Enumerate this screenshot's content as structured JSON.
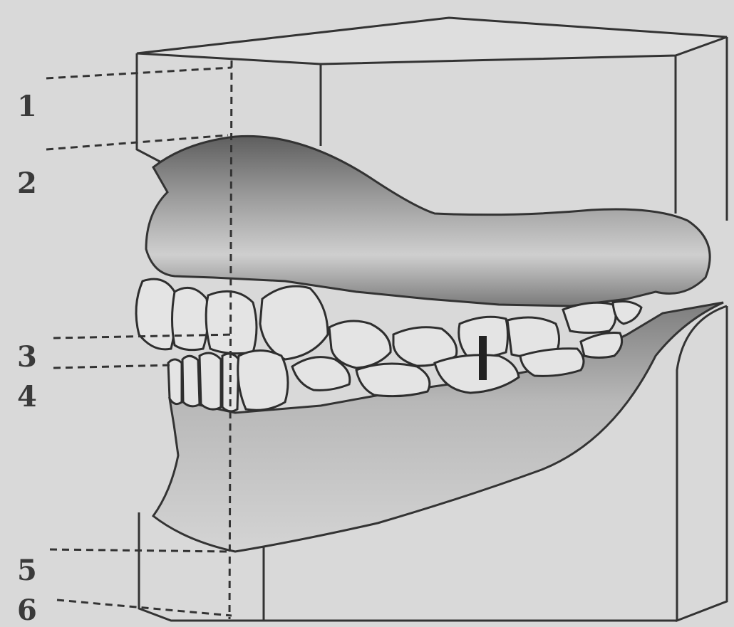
{
  "labels": [
    "1",
    "2",
    "3",
    "4",
    "5",
    "6"
  ],
  "colors": {
    "paper": "#d9d9d9",
    "ink": "#333333",
    "gum_shade": "#6f6f6f",
    "tooth_fill": "#e4e4e4"
  }
}
